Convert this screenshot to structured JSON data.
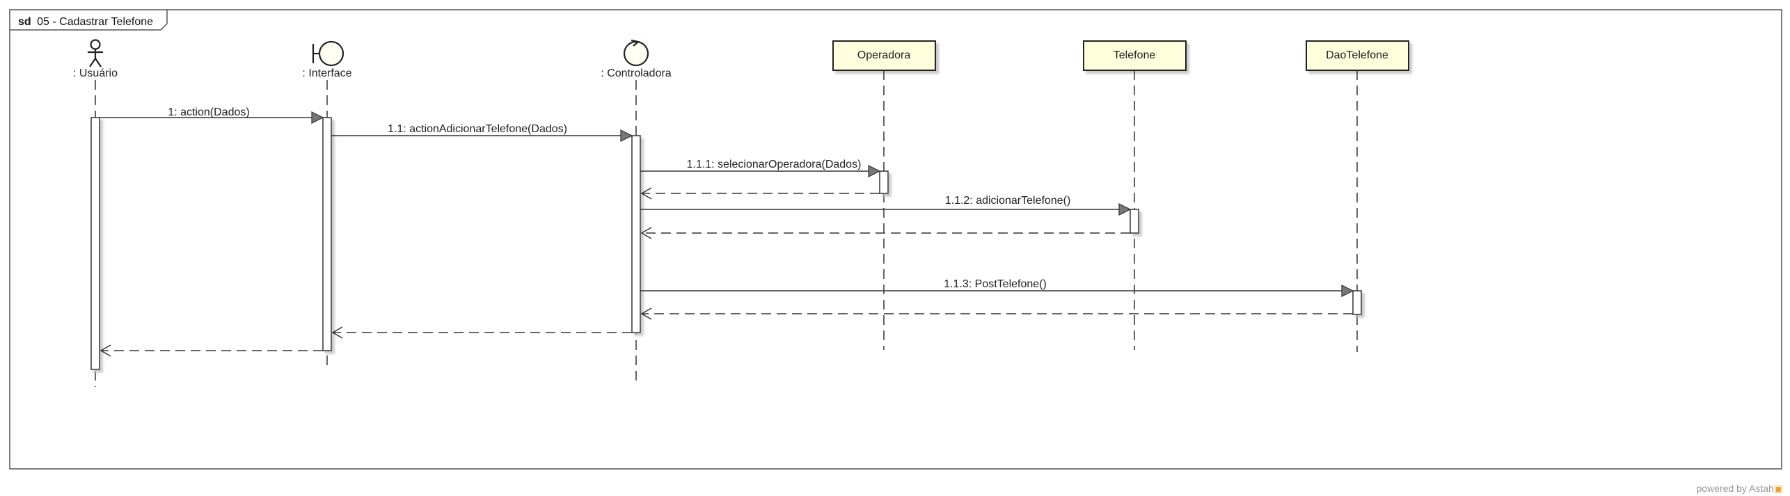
{
  "frame": {
    "keyword": "sd",
    "title": "05 - Cadastrar Telefone"
  },
  "lifelines": [
    {
      "id": "usuario",
      "label": ": Usuário",
      "kind": "actor"
    },
    {
      "id": "interface",
      "label": ": Interface",
      "kind": "boundary"
    },
    {
      "id": "controladora",
      "label": ": Controladora",
      "kind": "control"
    },
    {
      "id": "operadora",
      "label": "Operadora",
      "kind": "class"
    },
    {
      "id": "telefone",
      "label": "Telefone",
      "kind": "class"
    },
    {
      "id": "daotelefone",
      "label": "DaoTelefone",
      "kind": "class"
    }
  ],
  "messages": [
    {
      "id": "m1",
      "label": "1: action(Dados)",
      "from": "usuario",
      "to": "interface",
      "type": "sync"
    },
    {
      "id": "m2",
      "label": "1.1: actionAdicionarTelefone(Dados)",
      "from": "interface",
      "to": "controladora",
      "type": "sync"
    },
    {
      "id": "m3",
      "label": "1.1.1: selecionarOperadora(Dados)",
      "from": "controladora",
      "to": "operadora",
      "type": "sync"
    },
    {
      "id": "r3",
      "label": "",
      "from": "operadora",
      "to": "controladora",
      "type": "return"
    },
    {
      "id": "m4",
      "label": "1.1.2: adicionarTelefone()",
      "from": "controladora",
      "to": "telefone",
      "type": "sync"
    },
    {
      "id": "r4",
      "label": "",
      "from": "telefone",
      "to": "controladora",
      "type": "return"
    },
    {
      "id": "m5",
      "label": "1.1.3: PostTelefone()",
      "from": "controladora",
      "to": "daotelefone",
      "type": "sync"
    },
    {
      "id": "r5",
      "label": "",
      "from": "daotelefone",
      "to": "controladora",
      "type": "return"
    },
    {
      "id": "r2",
      "label": "",
      "from": "controladora",
      "to": "interface",
      "type": "return"
    },
    {
      "id": "r1",
      "label": "",
      "from": "interface",
      "to": "usuario",
      "type": "return"
    }
  ],
  "footer": {
    "text": "powered by Astah",
    "icon": "astah-logo-icon"
  },
  "colors": {
    "class_fill": "#ffffdd",
    "line": "#333333",
    "frame": "#555555",
    "arrowhead": "#777777"
  }
}
